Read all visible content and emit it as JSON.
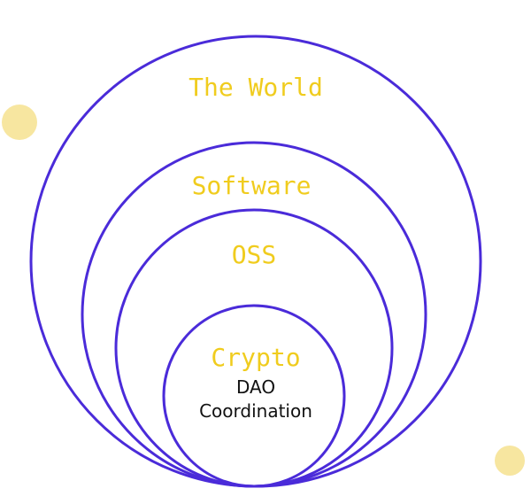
{
  "colors": {
    "ring": "#4a2bd9",
    "label": "#f0cc1e",
    "text": "#111111",
    "dot": "#f7e6a0"
  },
  "diagram": {
    "type": "nested-circles",
    "rings": [
      {
        "label": "The World"
      },
      {
        "label": "Software"
      },
      {
        "label": "OSS"
      },
      {
        "label": "Crypto",
        "sublabels": [
          "DAO",
          "Coordination"
        ]
      }
    ]
  }
}
